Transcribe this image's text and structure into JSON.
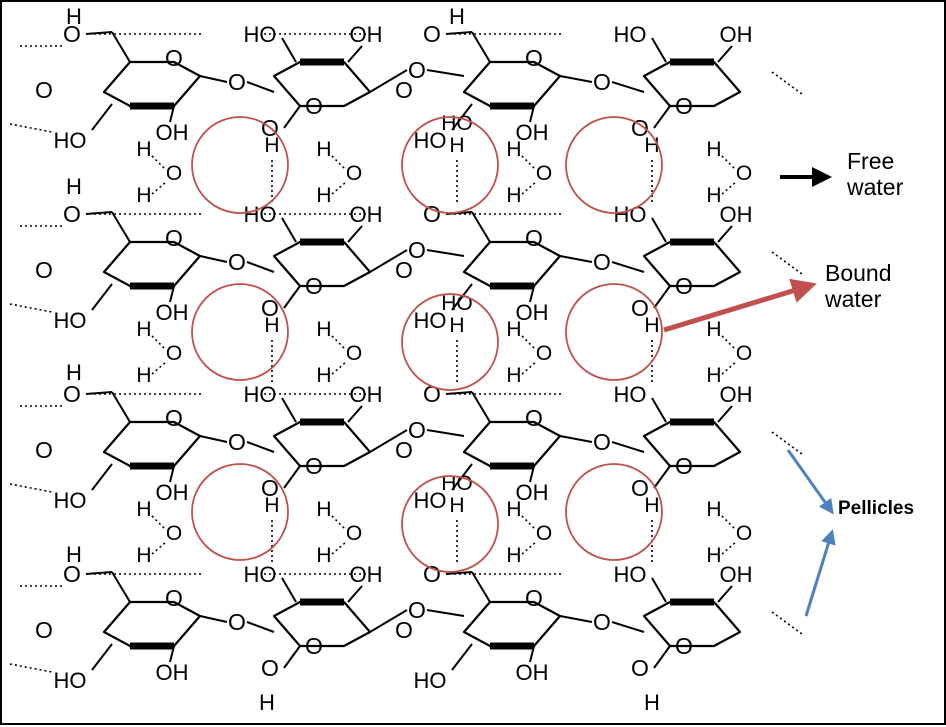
{
  "labels": {
    "free_water_line1": "Free",
    "free_water_line2": "water",
    "bound_water_line1": "Bound",
    "bound_water_line2": "water",
    "pellicles": "Pellicles"
  },
  "atoms": {
    "hydroxyl": "HO",
    "hydroxyl_right": "OH",
    "oxygen": "O",
    "hydrogen": "H"
  },
  "colors": {
    "circle": "#c0504d",
    "bound_arrow": "#c0504d",
    "pellicle_arrow": "#4f81bd",
    "free_arrow": "#000000"
  }
}
